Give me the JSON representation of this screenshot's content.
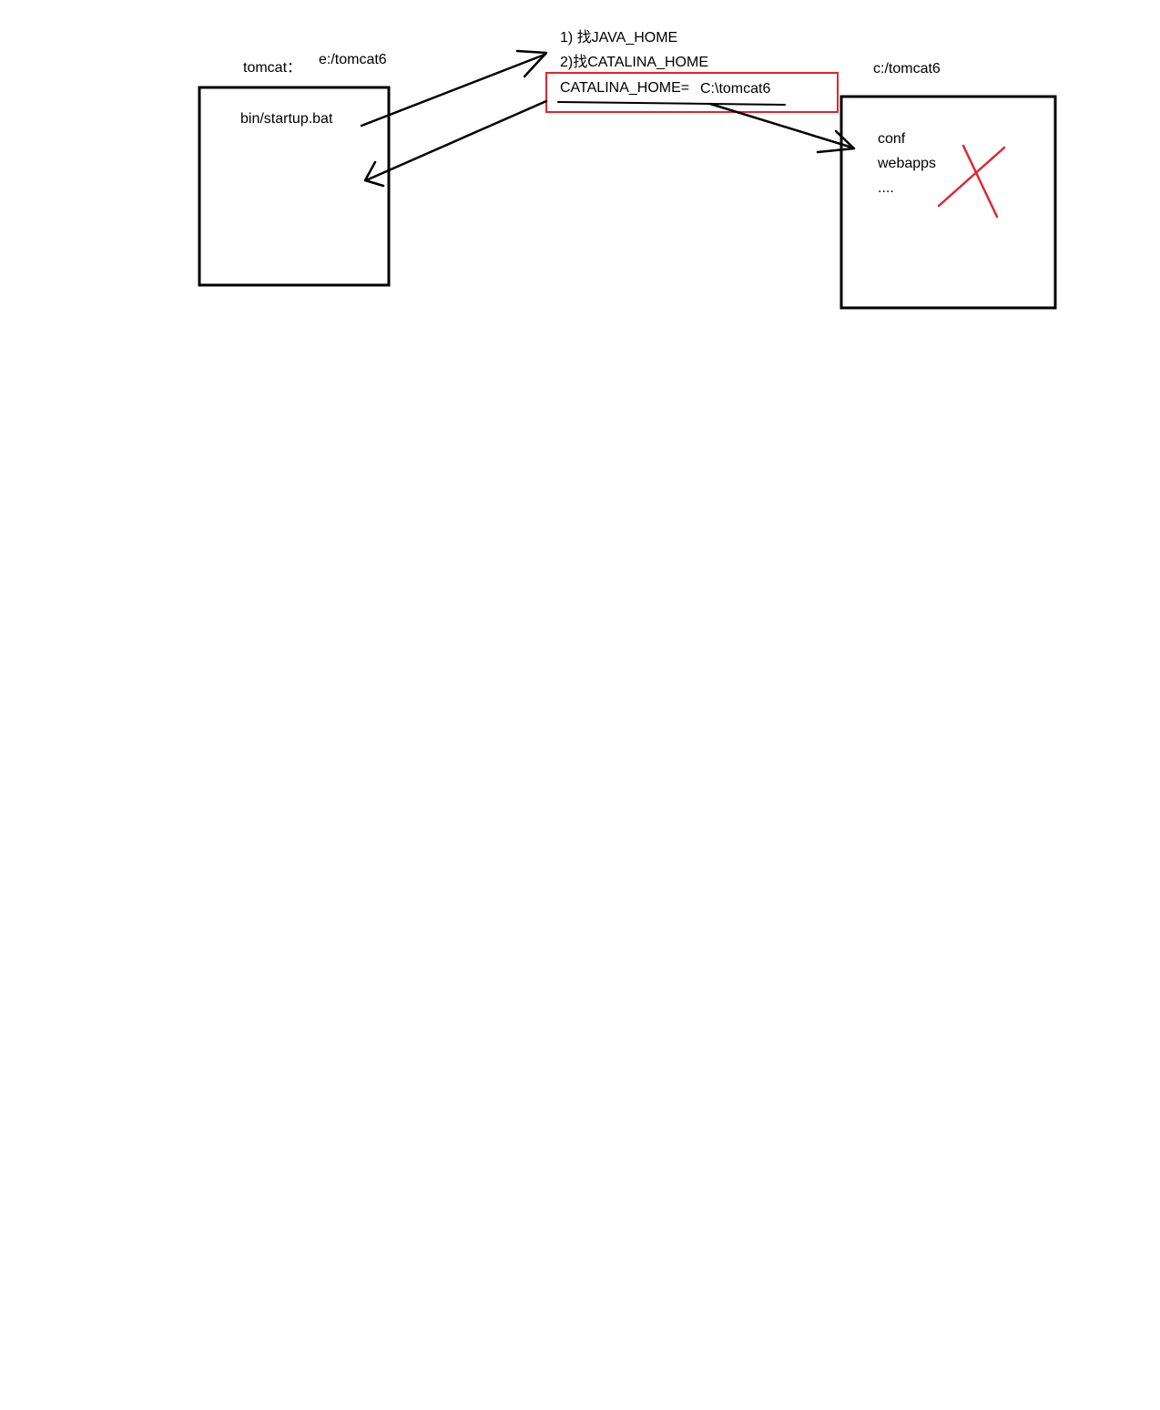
{
  "left_box": {
    "label": "tomcat：",
    "path": "e:/tomcat6",
    "content": "bin/startup.bat"
  },
  "steps": {
    "step1": "1) 找JAVA_HOME",
    "step2": "2)找CATALINA_HOME",
    "catalina_key": "CATALINA_HOME=",
    "catalina_value": "C:\\tomcat6"
  },
  "right_box": {
    "path": "c:/tomcat6",
    "items": [
      "conf",
      "webapps",
      "...."
    ]
  },
  "colors": {
    "ink": "#000000",
    "highlight": "#e0262d",
    "cross": "#e0262d"
  }
}
